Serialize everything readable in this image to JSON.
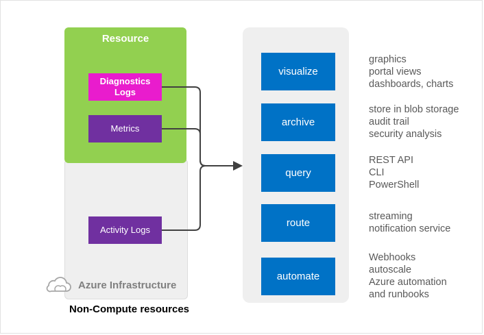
{
  "resource": {
    "title": "Resource"
  },
  "sources": {
    "diagnostics_logs": "Diagnostics Logs",
    "metrics": "Metrics",
    "activity_logs": "Activity Logs"
  },
  "infrastructure": {
    "label": "Azure Infrastructure",
    "icon": "cloud-icon"
  },
  "caption": "Non-Compute resources",
  "destinations": [
    {
      "label": "visualize",
      "descriptions": [
        "graphics",
        "portal views",
        "dashboards, charts"
      ]
    },
    {
      "label": "archive",
      "descriptions": [
        "store in blob storage",
        "audit trail",
        "security analysis"
      ]
    },
    {
      "label": "query",
      "descriptions": [
        "REST API",
        "CLI",
        "PowerShell"
      ]
    },
    {
      "label": "route",
      "descriptions": [
        "streaming",
        "notification service"
      ]
    },
    {
      "label": "automate",
      "descriptions": [
        "Webhooks",
        "autoscale",
        "Azure automation",
        "and runbooks"
      ]
    }
  ],
  "colors": {
    "resource": "#92d050",
    "diagnostics": "#e91ccd",
    "metrics": "#7030a0",
    "destination": "#0072c6",
    "connector": "#404040"
  }
}
